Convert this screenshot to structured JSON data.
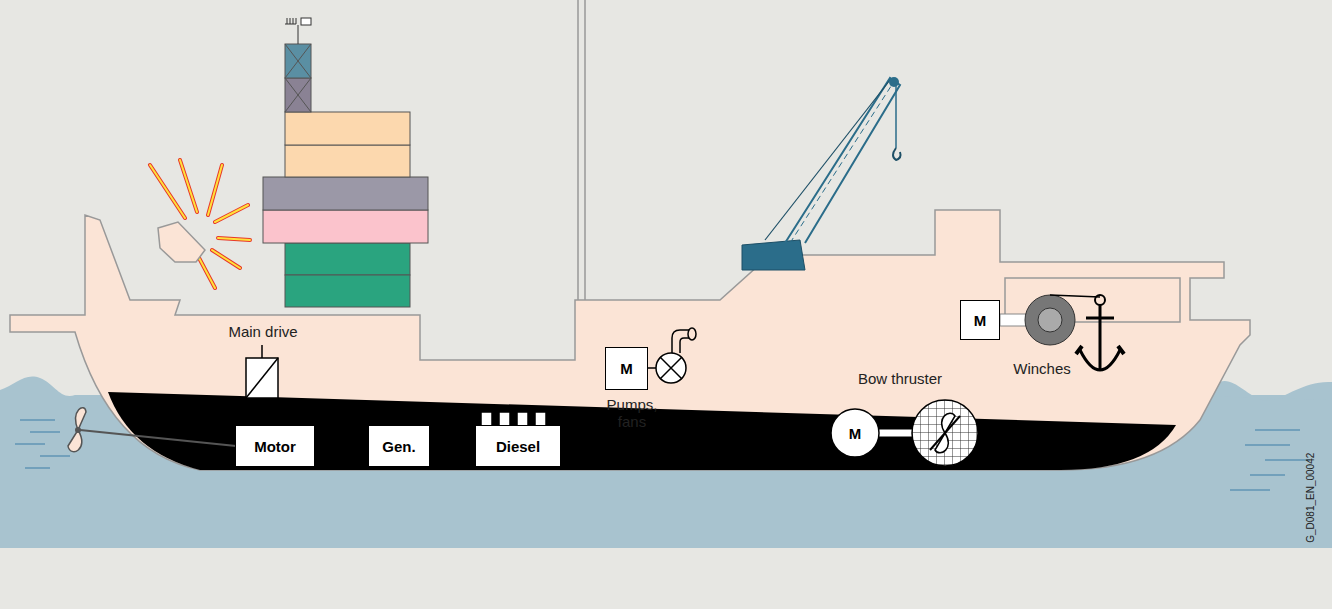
{
  "diagram": {
    "nodes": [
      {
        "text": [
          "M"
        ]
      },
      {
        "text": [
          "M"
        ]
      },
      {
        "text": [
          "M"
        ]
      },
      {
        "text": [
          "Motor"
        ]
      },
      {
        "text": [
          "Gen."
        ]
      },
      {
        "text": [
          "Diesel"
        ]
      }
    ],
    "edges": [
      {
        "from": 4,
        "to": 5,
        "arrow": "none"
      }
    ],
    "labels": [
      "Main drive",
      "Pumps, fans",
      "Bow thruster",
      "Winches",
      "G_D081_EN_00042"
    ]
  }
}
